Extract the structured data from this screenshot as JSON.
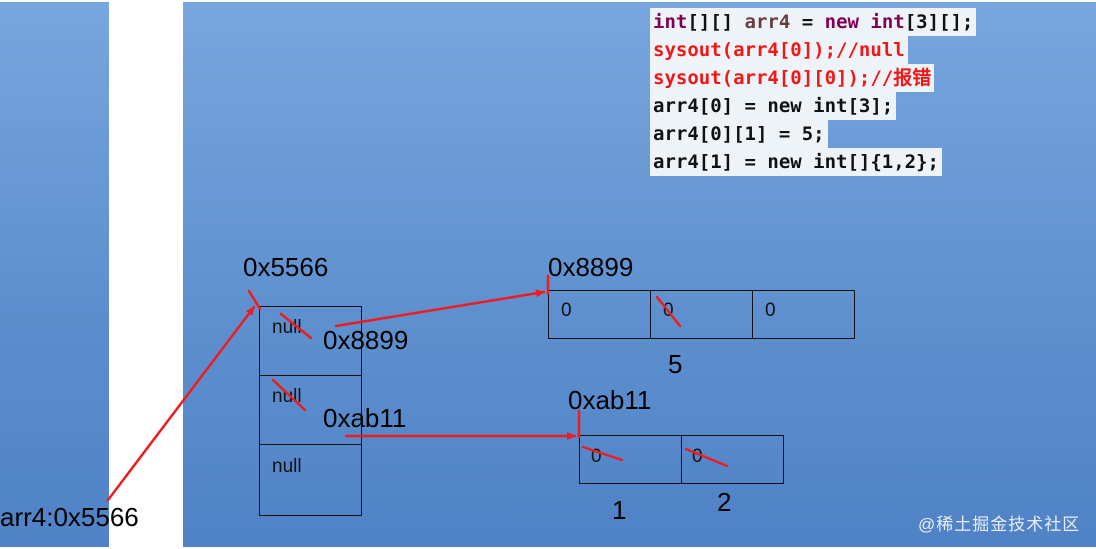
{
  "code": {
    "line1": {
      "kw1": "int",
      "p1": "[][] ",
      "var": "arr4",
      "p2": " = ",
      "kw2": "new",
      "p3": " ",
      "kw3": "int",
      "p4": "[3][];"
    },
    "line2": "sysout(arr4[0]);//null",
    "line3": "sysout(arr4[0][0]);//报错",
    "line4": "arr4[0] = new int[3];",
    "line5": "arr4[0][1] = 5;",
    "line6": "arr4[1] = new int[]{1,2};"
  },
  "stack": {
    "label": "arr4:0x5566"
  },
  "outer_array": {
    "address": "0x5566",
    "cells": [
      "null",
      "null",
      "null"
    ],
    "refs": [
      "0x8899",
      "0xab11"
    ]
  },
  "array_8899": {
    "address": "0x8899",
    "cells": [
      "0",
      "0",
      "0"
    ],
    "new_value": "5"
  },
  "array_ab11": {
    "address": "0xab11",
    "cells": [
      "0",
      "0"
    ],
    "new_values": [
      "1",
      "2"
    ]
  },
  "watermark": "@稀土掘金技术社区",
  "colors": {
    "arrow": "#ee1c1c",
    "panel": "#5d8fcf",
    "code_bg": "#eef3f8"
  }
}
